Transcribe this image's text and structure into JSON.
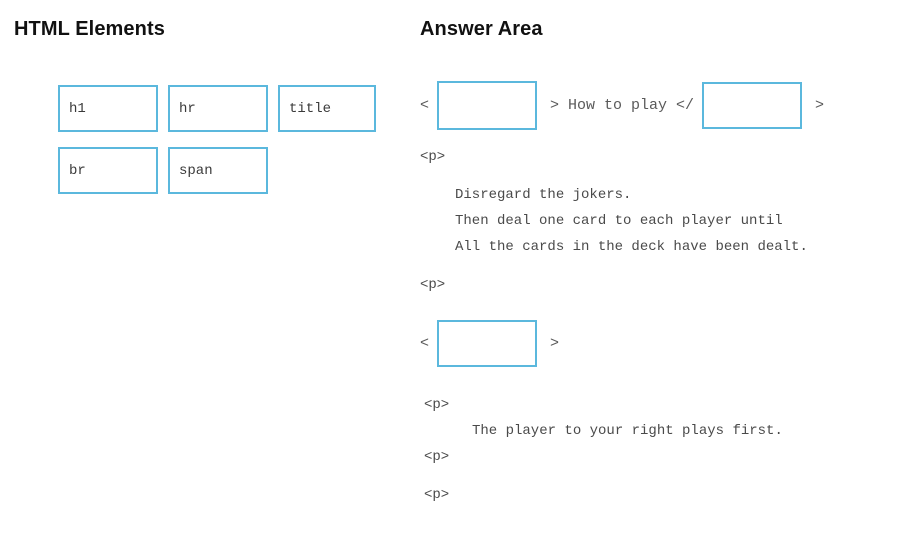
{
  "left_panel": {
    "title": "HTML Elements",
    "tiles": [
      {
        "label": "h1"
      },
      {
        "label": "hr"
      },
      {
        "label": "title"
      },
      {
        "label": "br"
      },
      {
        "label": "span"
      }
    ]
  },
  "right_panel": {
    "title": "Answer Area",
    "line1": {
      "open_bracket": "<",
      "close_bracket": ">",
      "middle_text": "> How to play </",
      "trailing_bracket": ">",
      "drop_target_1_value": "",
      "drop_target_2_value": ""
    },
    "paragraph_1": {
      "open_tag": "<p>",
      "lines": [
        "Disregard the jokers.",
        "Then deal one card to each player until",
        "All the cards in the deck have been dealt."
      ],
      "close_tag": "<p>"
    },
    "line2": {
      "open_bracket": "<",
      "close_bracket": ">",
      "drop_target_3_value": ""
    },
    "paragraph_2": {
      "open_tag": "<p>",
      "lines": [
        "The player to your right plays first."
      ],
      "close_tag": "<p>"
    },
    "trailing_tag": "<p>"
  },
  "colors": {
    "box_border": "#5bb8dd",
    "heading": "#111111",
    "code_text": "#4a4a4a",
    "background": "#ffffff"
  }
}
